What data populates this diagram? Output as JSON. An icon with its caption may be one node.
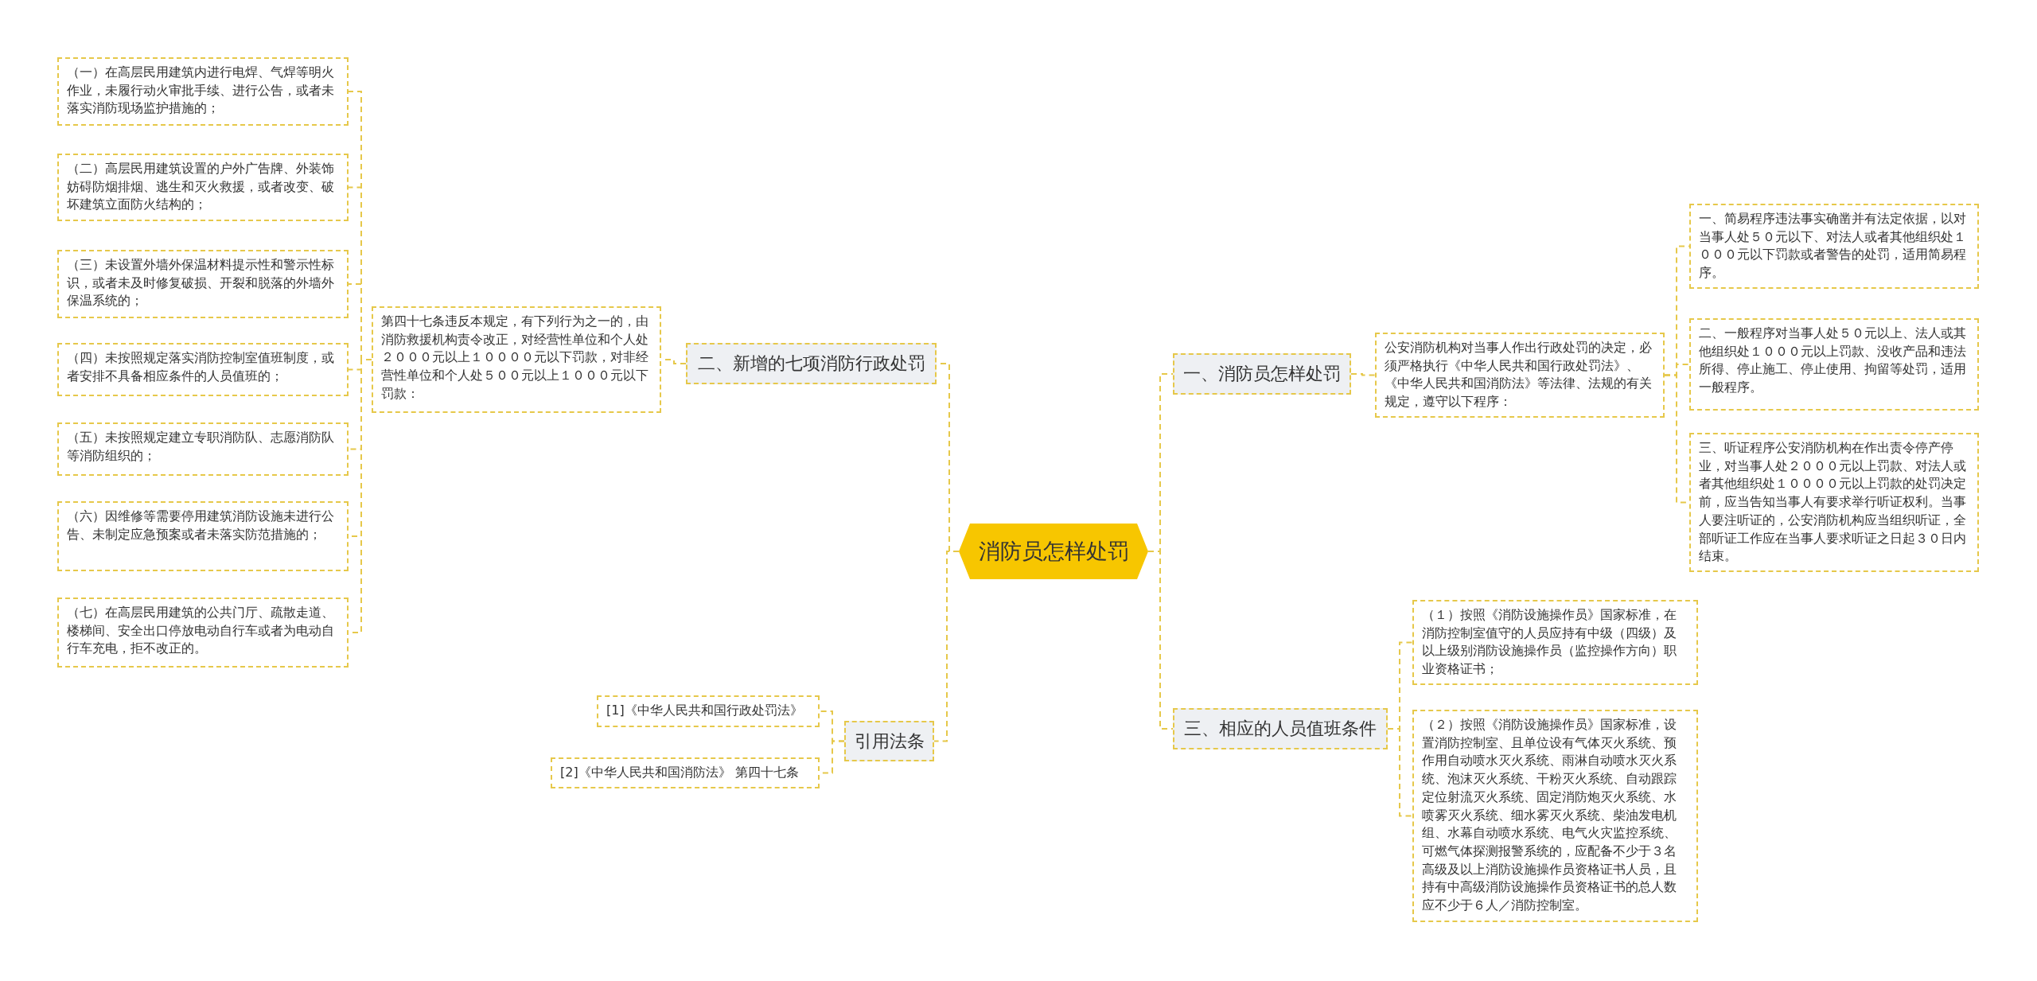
{
  "diagram": {
    "nodes": [
      {
        "text": [
          "消防员怎样处罚"
        ]
      },
      {
        "text": [
          "一、消防员怎样处罚"
        ]
      },
      {
        "text": [
          "公安消防机构对当事人作出行政处罚的决定，必须严格执行《中华人民共和国行政处罚法》、《中华人民共和国消防法》等法律、法规的有关规定，遵守以下程序："
        ]
      },
      {
        "text": [
          "一、简易程序违法事实确凿并有法定依据，以对当事人处５０元以下、对法人或者其他组织处１０００元以下罚款或者警告的处罚，适用简易程序。"
        ]
      },
      {
        "text": [
          "二、一般程序对当事人处５０元以上、法人或其他组织处１０００元以上罚款、没收产品和违法所得、停止施工、停止使用、拘留等处罚，适用一般程序。"
        ]
      },
      {
        "text": [
          "三、听证程序公安消防机构在作出责令停产停业，对当事人处２０００元以上罚款、对法人或者其他组织处１００００元以上罚款的处罚决定前，应当告知当事人有要求举行听证权利。当事人要注听证的，公安消防机构应当组织听证，全部听证工作应在当事人要求听证之日起３０日内结束。"
        ]
      },
      {
        "text": [
          "三、相应的人员值班条件"
        ]
      },
      {
        "text": [
          "（１）按照《消防设施操作员》国家标准，在消防控制室值守的人员应持有中级（四级）及以上级别消防设施操作员（监控操作方向）职业资格证书；"
        ]
      },
      {
        "text": [
          "（２）按照《消防设施操作员》国家标准，设置消防控制室、且单位设有气体灭火系统、预作用自动喷水灭火系统、雨淋自动喷水灭火系统、泡沫灭火系统、干粉灭火系统、自动跟踪定位射流灭火系统、固定消防炮灭火系统、水喷雾灭火系统、细水雾灭火系统、柴油发电机组、水幕自动喷水系统、电气火灾监控系统、可燃气体探测报警系统的，应配备不少于３名高级及以上消防设施操作员资格证书人员，且持有中高级消防设施操作员资格证书的总人数应不少于６人／消防控制室。"
        ]
      },
      {
        "text": [
          "二、新增的七项消防行政处罚"
        ]
      },
      {
        "text": [
          "第四十七条违反本规定，有下列行为之一的，由消防救援机构责令改正，对经营性单位和个人处２０００元以上１００００元以下罚款，对非经营性单位和个人处５００元以上１０００元以下罚款："
        ]
      },
      {
        "text": [
          "（一）在高层民用建筑内进行电焊、气焊等明火作业，未履行动火审批手续、进行公告，或者未落实消防现场监护措施的；"
        ]
      },
      {
        "text": [
          "（二）高层民用建筑设置的户外广告牌、外装饰妨碍防烟排烟、逃生和灭火救援，或者改变、破坏建筑立面防火结构的；"
        ]
      },
      {
        "text": [
          "（三）未设置外墙外保温材料提示性和警示性标识，或者未及时修复破损、开裂和脱落的外墙外保温系统的；"
        ]
      },
      {
        "text": [
          "（四）未按照规定落实消防控制室值班制度，或者安排不具备相应条件的人员值班的；"
        ]
      },
      {
        "text": [
          "（五）未按照规定建立专职消防队、志愿消防队等消防组织的；"
        ]
      },
      {
        "text": [
          "（六）因维修等需要停用建筑消防设施未进行公告、未制定应急预案或者未落实防范措施的；"
        ]
      },
      {
        "text": [
          "（七）在高层民用建筑的公共门厅、疏散走道、楼梯间、安全出口停放电动自行车或者为电动自行车充电，拒不改正的。"
        ]
      },
      {
        "text": [
          "引用法条"
        ]
      },
      {
        "text": [
          "[1]《中华人民共和国行政处罚法》"
        ]
      },
      {
        "text": [
          "[2]《中华人民共和国消防法》 第四十七条"
        ]
      }
    ],
    "edges": [
      {
        "from": 0,
        "to": 1,
        "arrow": "none"
      },
      {
        "from": 1,
        "to": 2,
        "arrow": "none"
      },
      {
        "from": 2,
        "to": 3,
        "arrow": "none"
      },
      {
        "from": 2,
        "to": 4,
        "arrow": "none"
      },
      {
        "from": 2,
        "to": 5,
        "arrow": "none"
      },
      {
        "from": 0,
        "to": 6,
        "arrow": "none"
      },
      {
        "from": 6,
        "to": 7,
        "arrow": "none"
      },
      {
        "from": 6,
        "to": 8,
        "arrow": "none"
      },
      {
        "from": 0,
        "to": 9,
        "arrow": "none"
      },
      {
        "from": 9,
        "to": 10,
        "arrow": "none"
      },
      {
        "from": 10,
        "to": 11,
        "arrow": "none"
      },
      {
        "from": 10,
        "to": 12,
        "arrow": "none"
      },
      {
        "from": 10,
        "to": 13,
        "arrow": "none"
      },
      {
        "from": 10,
        "to": 14,
        "arrow": "none"
      },
      {
        "from": 10,
        "to": 15,
        "arrow": "none"
      },
      {
        "from": 10,
        "to": 16,
        "arrow": "none"
      },
      {
        "from": 10,
        "to": 17,
        "arrow": "none"
      },
      {
        "from": 0,
        "to": 18,
        "arrow": "none"
      },
      {
        "from": 18,
        "to": 19,
        "arrow": "none"
      },
      {
        "from": 18,
        "to": 20,
        "arrow": "none"
      }
    ]
  }
}
